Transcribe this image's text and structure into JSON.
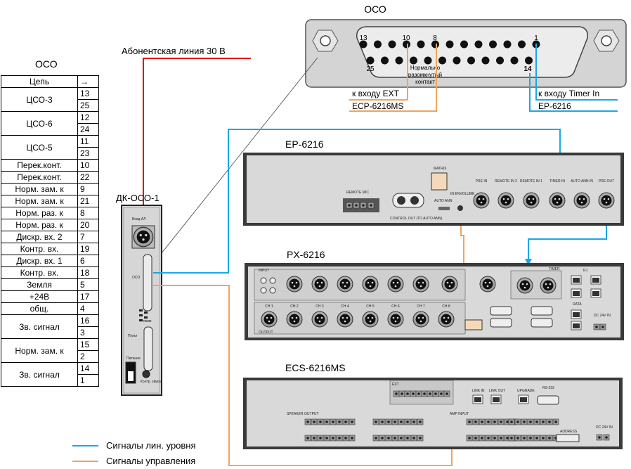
{
  "oso_connector": {
    "title": "ОСО",
    "pins": {
      "p13": "13",
      "p10": "10",
      "p8": "8",
      "p1": "1",
      "p25": "25",
      "p14": "14"
    },
    "note": [
      "Нормально",
      "разомкнутый",
      "контакт"
    ]
  },
  "table": {
    "title": "ОСО",
    "header": {
      "left": "Цепь",
      "right": "→"
    },
    "rows": [
      {
        "name": "ЦСО-3",
        "nums": [
          "13",
          "25"
        ]
      },
      {
        "name": "ЦСО-6",
        "nums": [
          "12",
          "24"
        ]
      },
      {
        "name": "ЦСО-5",
        "nums": [
          "11",
          "23"
        ]
      },
      {
        "name": "Перек.конт.",
        "nums": [
          "10"
        ]
      },
      {
        "name": "Перек.конт.",
        "nums": [
          "22"
        ]
      },
      {
        "name": "Норм. зам. к",
        "nums": [
          "9"
        ]
      },
      {
        "name": "Норм. зам. к",
        "nums": [
          "21"
        ]
      },
      {
        "name": "Норм. раз. к",
        "nums": [
          "8"
        ]
      },
      {
        "name": "Норм. раз. к",
        "nums": [
          "20"
        ]
      },
      {
        "name": "Дискр. вх. 2",
        "nums": [
          "7"
        ]
      },
      {
        "name": "Контр. вх.",
        "nums": [
          "19"
        ]
      },
      {
        "name": "Дискр. вх. 1",
        "nums": [
          "6"
        ]
      },
      {
        "name": "Контр. вх.",
        "nums": [
          "18"
        ]
      },
      {
        "name": "Земля",
        "nums": [
          "5"
        ]
      },
      {
        "name": "+24В",
        "nums": [
          "17"
        ]
      },
      {
        "name": "общ.",
        "nums": [
          "4"
        ]
      },
      {
        "name": "Зв. сигнал",
        "nums": [
          "16",
          "3"
        ]
      },
      {
        "name": "Норм. зам. к",
        "nums": [
          "15",
          "2"
        ]
      },
      {
        "name": "Зв. сигнал",
        "nums": [
          "14",
          "1"
        ]
      }
    ]
  },
  "labels": {
    "subscriber_line": "Абонентская линия 30 В",
    "to_ext": "к входу EXT",
    "ecp": "ECP-6216MS",
    "to_timer": "к входу Timer In",
    "ep_short": "EP-6216"
  },
  "dk": {
    "title": "ДК-ОСО-1",
    "in_label": "Вход АЛ",
    "oso_label": "ОСО",
    "panel_label": "Пульт",
    "power_label": "Питание",
    "ctrl_label": "Контр. звука",
    "mode_label": "Режим"
  },
  "devices": {
    "ep": {
      "title": "EP-6216",
      "jacks": [
        "PRE IN",
        "REMOTE IN 2",
        "REMOTE IN 1",
        "TIMER IN",
        "AUTO ANN IN",
        "PRE OUT"
      ],
      "remote_mic": "REMOTE  MIC",
      "control_out": "CONTROL OUT (TO AUTO ANN)",
      "matrix": "MATRIX",
      "auto_ann": "AUTO ANN",
      "in_volume": "IN ENVOLUME"
    },
    "px": {
      "title": "PX-6216",
      "input": "INPUT",
      "output": "OUTPUT",
      "ch": [
        "CH 1",
        "CH 2",
        "CH 3",
        "CH 4",
        "CH 5",
        "CH 6",
        "CH 7",
        "CH 8"
      ],
      "timer": "TIMER",
      "rj": "RJ",
      "data": "DATA",
      "dc": "DC 24V IN"
    },
    "ecs": {
      "title": "ECS-6216MS",
      "ext": "EXT",
      "link_in": "LINK IN",
      "link_out": "LINK OUT",
      "upgrade": "UPGRADE",
      "rs232": "RS-232",
      "address": "ADDRESS",
      "dc": "DC 24V IN",
      "speaker": "SPEAKER OUTPUT",
      "amp": "AMP INPUT"
    }
  },
  "legend": {
    "blue": "Сигналы лин. уровня",
    "orange": "Сигналы управления"
  },
  "colors": {
    "blue": "#1aa7e8",
    "orange": "#f2a35f",
    "red": "#e00000",
    "panel": "#d9d9d9",
    "panel_dark": "#bdbdbd"
  }
}
